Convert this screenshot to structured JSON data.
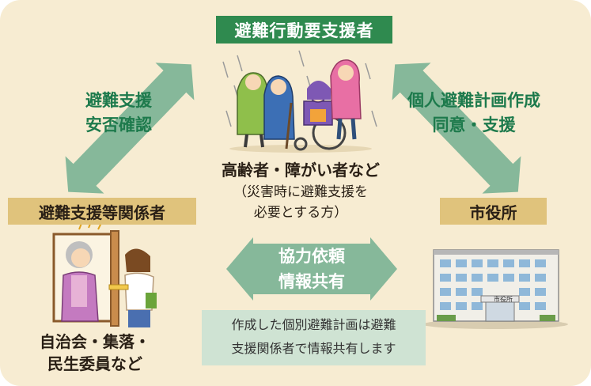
{
  "title": "避難行動要支援者",
  "target": {
    "main": "高齢者・障がい者など",
    "note_line1": "（災害時に避難支援を",
    "note_line2": "必要とする方）"
  },
  "left_arrow_text": [
    "避難支援",
    "安否確認"
  ],
  "right_arrow_text": [
    "個人避難計画作成",
    "同意・支援"
  ],
  "supporters_label": "避難支援等関係者",
  "supporters_caption": [
    "自治会・集落・",
    "民生委員など"
  ],
  "city_label": "市役所",
  "city_sign": "市役所",
  "center_arrow_text": [
    "協力依頼",
    "情報共有"
  ],
  "info_note": [
    "作成した個別避難計画は避難",
    "支援関係者で情報共有します"
  ],
  "colors": {
    "background": "#f7ecd2",
    "title_green": "#2f8a4f",
    "arrow_green": "#86b89a",
    "label_tan": "#e0c37c",
    "note_green": "#cfe3d3"
  }
}
